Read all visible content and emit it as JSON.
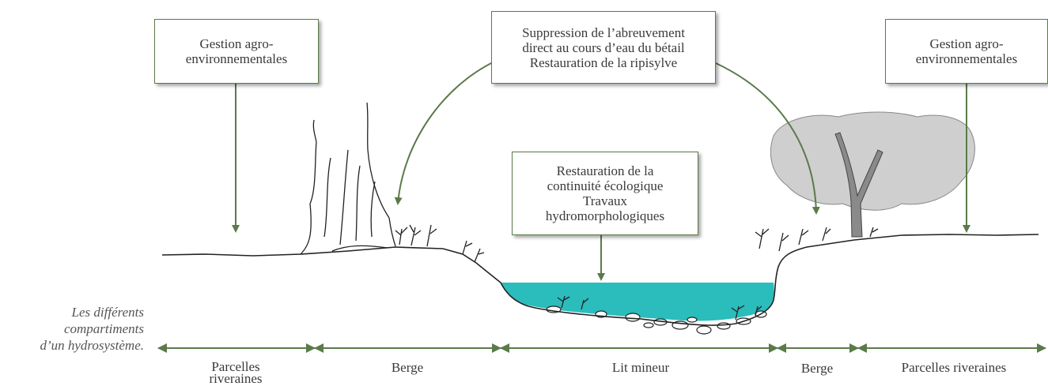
{
  "callouts": {
    "left_gestion": [
      "Gestion agro-",
      "environnementales"
    ],
    "top_center": [
      "Suppression de l’abreuvement",
      "direct au cours d’eau du bétail",
      "Restauration de la ripisylve"
    ],
    "right_gestion": [
      "Gestion agro-",
      "environnementales"
    ],
    "center": [
      "Restauration de la",
      "continuité écologique",
      "Travaux",
      "hydromorphologiques"
    ]
  },
  "caption": [
    "Les différents",
    "compartiments",
    "d’un hydrosystème."
  ],
  "zones": {
    "parcelles_left": [
      "Parcelles",
      "riveraines"
    ],
    "berge_left": "Berge",
    "lit_mineur": "Lit mineur",
    "berge_right": "Berge",
    "parcelles_right": "Parcelles riveraines"
  },
  "colors": {
    "accent": "#5b7a4a",
    "water": "#2bbcbc",
    "foliage": "#cfcfcf"
  }
}
